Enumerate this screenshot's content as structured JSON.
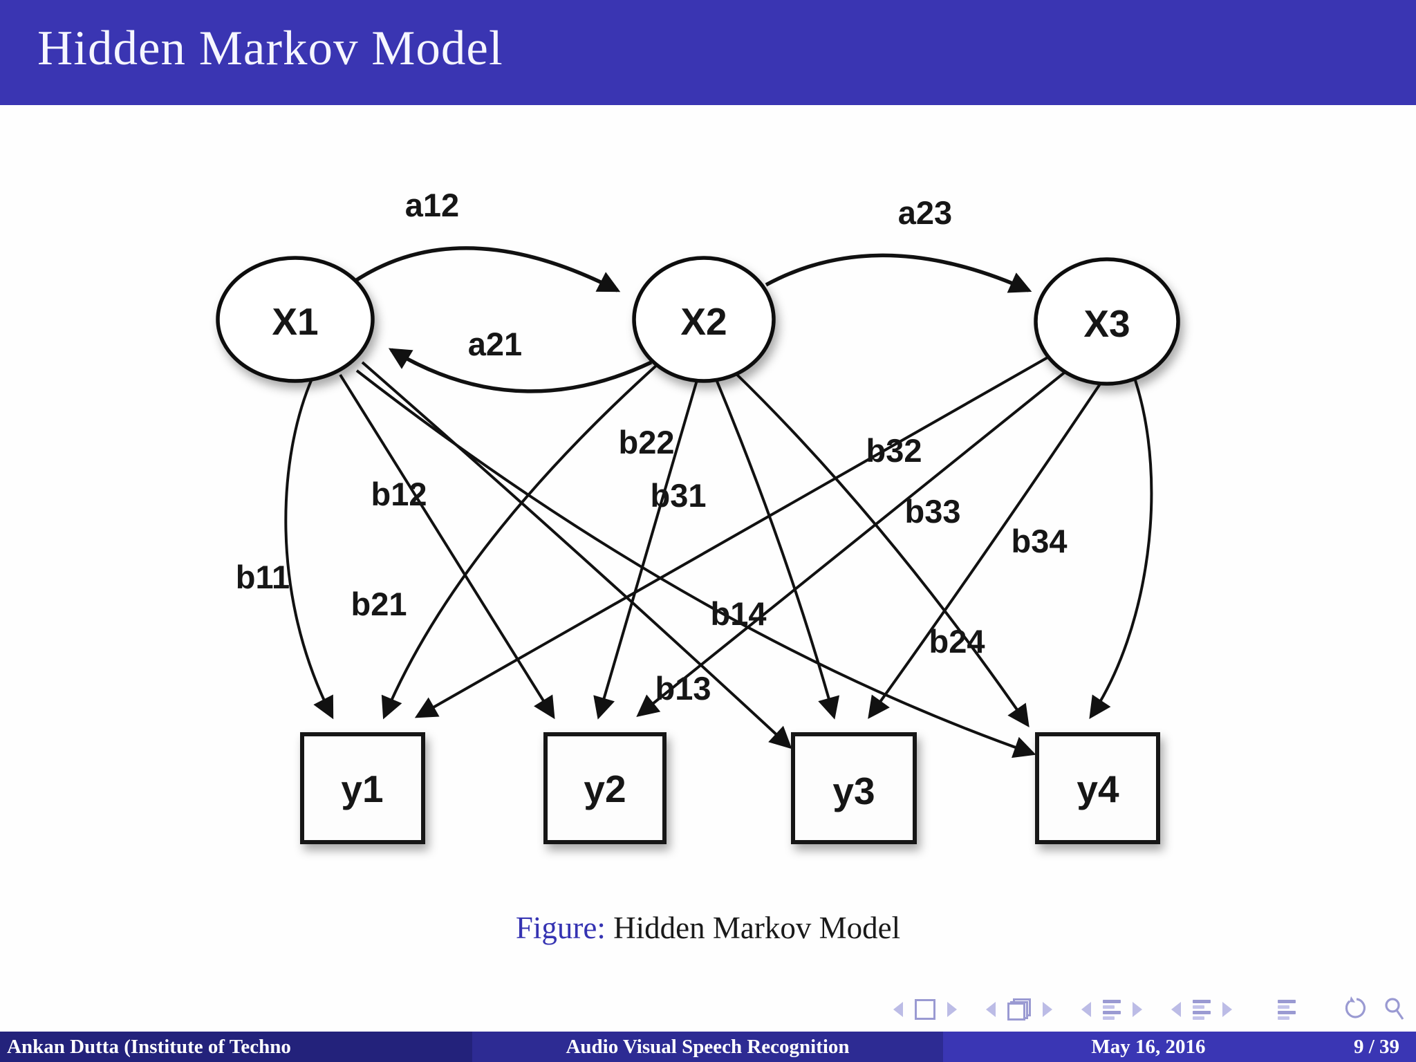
{
  "slide": {
    "title": "Hidden Markov Model"
  },
  "figure": {
    "caption_label": "Figure:",
    "caption_text": "Hidden Markov Model"
  },
  "diagram": {
    "type": "hidden-markov-model-graph",
    "hidden_states": [
      "X1",
      "X2",
      "X3"
    ],
    "observations": [
      "y1",
      "y2",
      "y3",
      "y4"
    ],
    "transitions": {
      "a12": "a12",
      "a21": "a21",
      "a23": "a23"
    },
    "emissions": {
      "b11": "b11",
      "b12": "b12",
      "b13": "b13",
      "b14": "b14",
      "b21": "b21",
      "b22": "b22",
      "b24": "b24",
      "b31": "b31",
      "b32": "b32",
      "b33": "b33",
      "b34": "b34"
    }
  },
  "footer": {
    "author": "Ankan Dutta (Institute of Techno",
    "presentation_title": "Audio Visual Speech Recognition",
    "date": "May 16, 2016",
    "page": "9 / 39"
  },
  "nav_icons": [
    "prev-slide",
    "slide",
    "next-slide",
    "prev-frame",
    "frames",
    "next-frame",
    "prev-section",
    "section",
    "next-section",
    "prev-subsection",
    "subsection",
    "next-subsection",
    "appendix",
    "undo",
    "search",
    "redo"
  ],
  "colors": {
    "structure_blue": "#3a35b2",
    "footer_author_bg": "#23227b",
    "footer_title_bg": "#2d2b93",
    "footer_date_bg": "#3a36b4",
    "caption_label_color": "#3533b2",
    "nav_color": "#9a9ad2",
    "diagram_ink": "#111111"
  }
}
